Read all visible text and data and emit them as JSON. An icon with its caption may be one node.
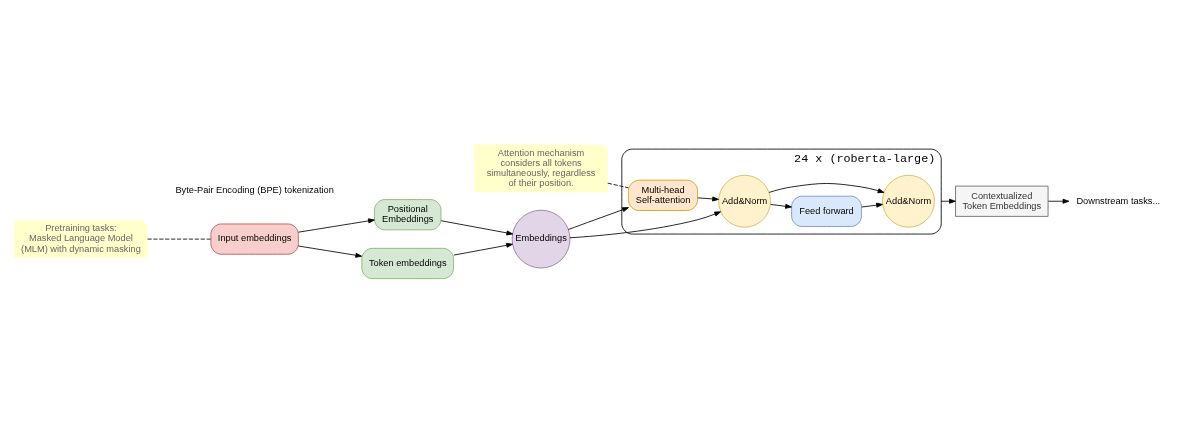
{
  "diagram": {
    "nodes": [
      {
        "text": [
          "Input embeddings"
        ]
      },
      {
        "text": [
          "Positional Embeddings"
        ]
      },
      {
        "text": [
          "Token embeddings"
        ]
      },
      {
        "text": [
          "Embeddings"
        ]
      },
      {
        "text": [
          "24 x (roberta-large)"
        ]
      },
      {
        "text": [
          "Multi-head Self-attention"
        ],
        "in": 4
      },
      {
        "text": [
          "Add&Norm"
        ],
        "in": 4
      },
      {
        "text": [
          "Feed forward"
        ],
        "in": 4
      },
      {
        "text": [
          "Add&Norm"
        ],
        "in": 4
      },
      {
        "text": [
          "Contextualized Token Embeddings"
        ]
      },
      {
        "text": [
          "Attention mechanism considers all tokens simultaneously, regardless of their position."
        ]
      },
      {
        "text": [
          "Pretraining tasks:",
          "Masked Language Model (MLM) with dynamic masking"
        ]
      },
      {
        "text": [
          "Downstream tasks..."
        ]
      }
    ],
    "edges": [
      {
        "from": 0,
        "to": 1,
        "arrow": "to"
      },
      {
        "from": 0,
        "to": 2,
        "arrow": "to"
      },
      {
        "from": 1,
        "to": 3,
        "arrow": "to"
      },
      {
        "from": 2,
        "to": 3,
        "arrow": "to"
      },
      {
        "from": 3,
        "to": 5,
        "arrow": "to"
      },
      {
        "from": 3,
        "to": 6,
        "arrow": "to"
      },
      {
        "from": 5,
        "to": 6,
        "arrow": "to"
      },
      {
        "from": 6,
        "to": 7,
        "arrow": "to"
      },
      {
        "from": 6,
        "to": 8,
        "arrow": "to"
      },
      {
        "from": 7,
        "to": 8,
        "arrow": "to"
      },
      {
        "from": 4,
        "to": 9,
        "arrow": "to"
      },
      {
        "from": 9,
        "to": 12,
        "arrow": "to"
      },
      {
        "from": 10,
        "to": 5,
        "arrow": "none",
        "style": "dashed"
      },
      {
        "from": 11,
        "to": 0,
        "arrow": "none",
        "style": "dashed"
      }
    ],
    "labels": [
      "Byte-Pair Encoding (BPE) tokenization"
    ]
  }
}
